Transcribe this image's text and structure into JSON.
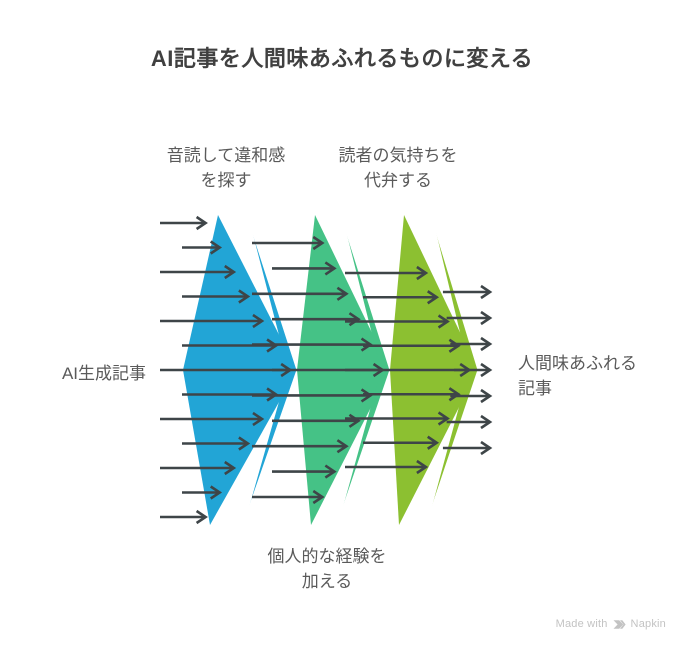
{
  "title": "AI記事を人間味あふれるものに変える",
  "endpoints": {
    "input_label": "AI生成記事",
    "output_label": "人間味あふれる\n記事"
  },
  "stages": [
    {
      "id": "stage-1",
      "caption": "音読して違和感\nを探す",
      "caption_position": "top",
      "color": "#22a5d6",
      "sliver_color": "#22a5d6"
    },
    {
      "id": "stage-2",
      "caption": "個人的な経験を\n加える",
      "caption_position": "bottom",
      "color": "#45c286",
      "sliver_color": "#45c286"
    },
    {
      "id": "stage-3",
      "caption": "読者の気持ちを\n代弁する",
      "caption_position": "top",
      "color": "#8cc031",
      "sliver_color": "#8cc031"
    }
  ],
  "flow": {
    "arrow_color": "#3e4548",
    "input_arrow_count": 13,
    "after_stage1_arrow_count": 11,
    "after_stage2_arrow_count": 9,
    "output_arrow_count": 7
  },
  "watermark": {
    "prefix": "Made with",
    "brand": "Napkin",
    "icon": "napkin-logo-icon",
    "color": "#c3c3c3"
  },
  "colors": {
    "background": "#ffffff",
    "title": "#404040",
    "label": "#5a5a5a",
    "arrow": "#3e4548"
  }
}
